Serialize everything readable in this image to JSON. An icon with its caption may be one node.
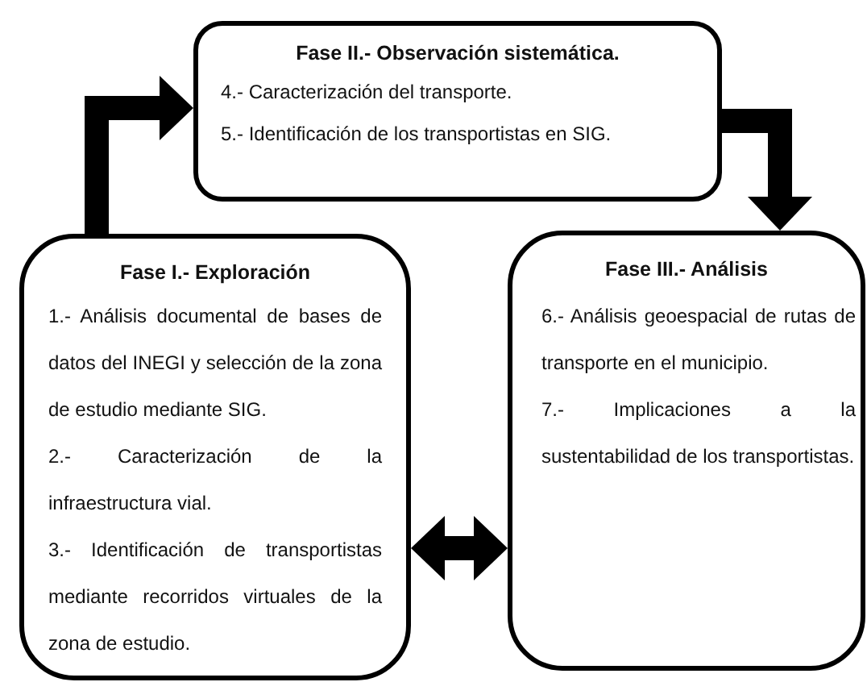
{
  "diagram": {
    "nodes": [
      {
        "text": [
          "Fase II.- Observación sistemática.",
          "4.- Caracterización del transporte.",
          "5.- Identificación de los transportistas en SIG."
        ]
      },
      {
        "text": [
          "Fase I.- Exploración",
          "1.- Análisis documental de bases de datos del INEGI y selección de la zona de estudio mediante SIG.",
          "2.- Caracterización de la infraestructura vial.",
          "3.- Identificación de transportistas mediante recorridos virtuales de la zona de estudio."
        ]
      },
      {
        "text": [
          "Fase III.- Análisis",
          "6.- Análisis geoespacial de rutas de transporte en el municipio.",
          "7.- Implicaciones a la sustentabilidad de los transportistas."
        ]
      }
    ],
    "edges": [
      {
        "from": 1,
        "to": 0,
        "arrow": "to"
      },
      {
        "from": 0,
        "to": 2,
        "arrow": "to"
      },
      {
        "from": 1,
        "to": 2,
        "arrow": "both"
      }
    ]
  }
}
